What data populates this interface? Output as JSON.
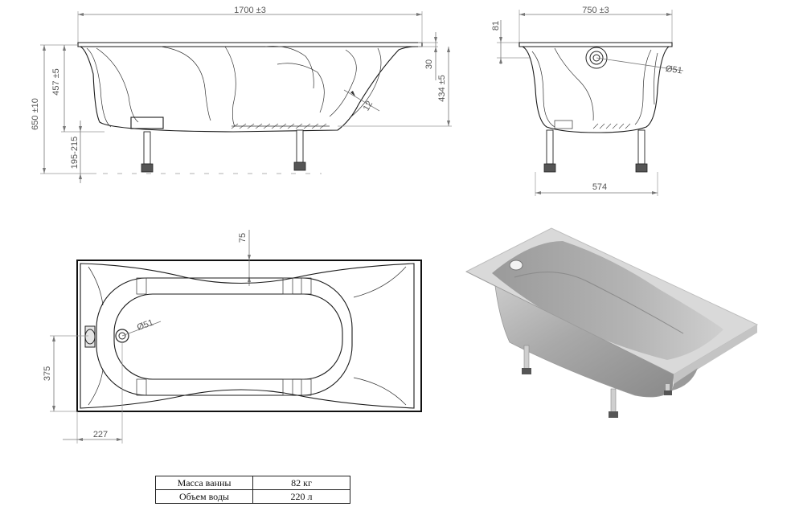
{
  "side_view": {
    "length": "1700 ±3",
    "total_height": "650 ±10",
    "bath_height": "457 ±5",
    "leg_height": "195-215",
    "rim": "30",
    "inner_depth": "434 ±5",
    "wall": "12"
  },
  "end_view": {
    "width": "750 ±3",
    "top_dim": "81",
    "drain": "Ø51",
    "leg_span": "574"
  },
  "top_view": {
    "rim_width": "75",
    "drain": "Ø51",
    "drain_offset_y": "375",
    "drain_offset_x": "227"
  },
  "specs": [
    {
      "label": "Масса ванны",
      "value": "82 кг"
    },
    {
      "label": "Объем воды",
      "value": "220 л"
    }
  ]
}
